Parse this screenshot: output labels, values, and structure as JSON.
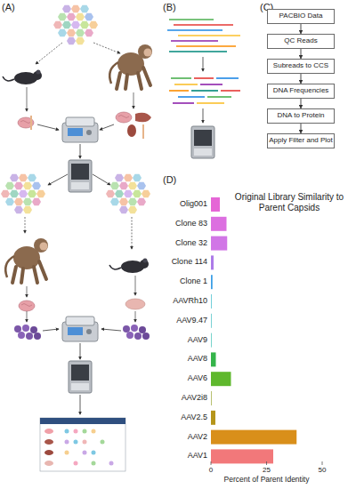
{
  "diagram": {
    "nodes": [
      {
        "text": [
          "PACBIO Data"
        ]
      },
      {
        "text": [
          "QC Reads"
        ]
      },
      {
        "text": [
          "Subreads to CCS"
        ]
      },
      {
        "text": [
          "DNA Frequencies"
        ]
      },
      {
        "text": [
          "DNA to Protein"
        ]
      },
      {
        "text": [
          "Apply Filter and Plot"
        ]
      }
    ],
    "edges": [
      {
        "from": 0,
        "to": 1,
        "arrow": "to"
      },
      {
        "from": 1,
        "to": 2,
        "arrow": "to"
      },
      {
        "from": 2,
        "to": 3,
        "arrow": "to"
      },
      {
        "from": 3,
        "to": 4,
        "arrow": "to"
      },
      {
        "from": 4,
        "to": 5,
        "arrow": "to"
      }
    ],
    "labels": [
      "(A)",
      "(B)",
      "(C)",
      "(D)",
      "Original Library Similarity to Parent Capsids",
      "Olig001",
      "Clone 83",
      "Clone 32",
      "Clone 114",
      "Clone 1",
      "AAVRh10",
      "AAV9.47",
      "AAV9",
      "AAV8",
      "AAV6",
      "AAV2i8",
      "AAV2.5",
      "AAV2",
      "AAV1",
      "0",
      "25",
      "50",
      "Percent of Parent Identity"
    ]
  }
}
